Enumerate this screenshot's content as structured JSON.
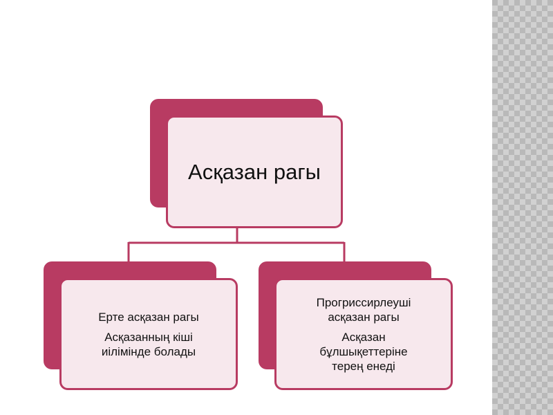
{
  "diagram": {
    "root": {
      "label": "Асқазан рагы"
    },
    "children": [
      {
        "title": "Ерте асқазан рагы",
        "description_lines": [
          "Асқазанның кіші",
          "иілімінде болады"
        ]
      },
      {
        "title_lines": [
          "Прогриссирлеуші",
          "асқазан рагы"
        ],
        "description_lines": [
          "Асқазан",
          "бұлшықеттеріне",
          "терең енеді"
        ]
      }
    ]
  },
  "colors": {
    "accent": "#b83b62",
    "card_fill": "#f7e8ed",
    "text": "#111111",
    "side_strip": "#b9b9b9"
  }
}
